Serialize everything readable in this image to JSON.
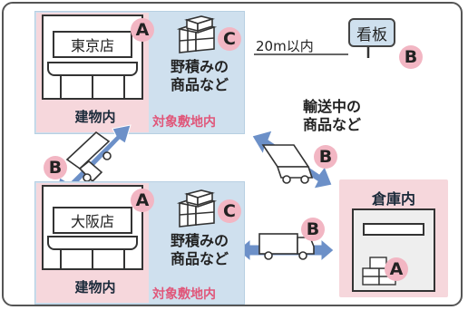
{
  "tokyo": {
    "store_name": "東京店",
    "building_label": "建物内",
    "premises_label": "対象敷地内",
    "goods_label_line1": "野積みの",
    "goods_label_line2": "商品など",
    "building_badge": "A",
    "goods_badge": "C"
  },
  "signboard": {
    "text": "看板",
    "distance": "20m以内",
    "badge": "B"
  },
  "transit": {
    "label_line1": "輸送中の",
    "label_line2": "商品など",
    "badge_upper_left": "B",
    "badge_middle": "B",
    "badge_lower": "B"
  },
  "osaka": {
    "store_name": "大阪店",
    "building_label": "建物内",
    "premises_label": "対象敷地内",
    "goods_label_line1": "野積みの",
    "goods_label_line2": "商品など",
    "building_badge": "A",
    "goods_badge": "C"
  },
  "warehouse": {
    "label": "倉庫内",
    "badge": "A"
  },
  "colors": {
    "premises_blue": "#cfe0ee",
    "building_pink": "#f6d7dc",
    "badge_pink": "#f2b6c3",
    "label_pink": "#e0577a",
    "arrow_blue": "#6c90c8"
  }
}
